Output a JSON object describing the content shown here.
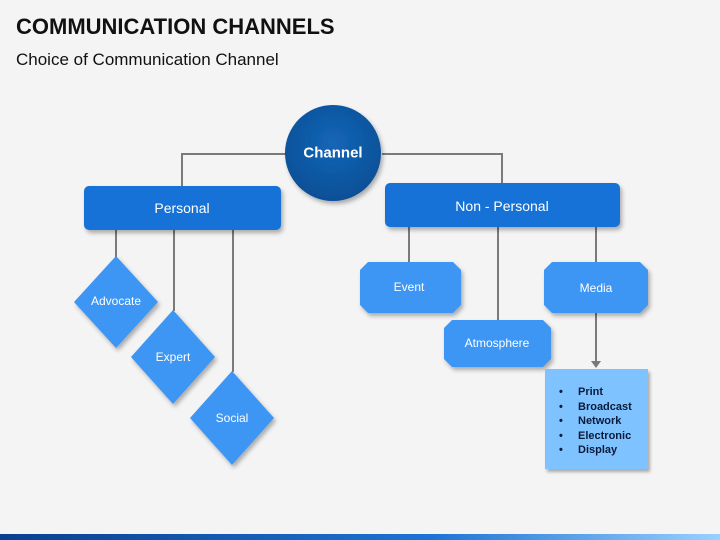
{
  "slide": {
    "title": "COMMUNICATION CHANNELS",
    "subtitle": "Choice of Communication Channel"
  },
  "diagram": {
    "root": "Channel",
    "personal": {
      "label": "Personal",
      "children": [
        "Advocate",
        "Expert",
        "Social"
      ]
    },
    "non_personal": {
      "label": "Non - Personal",
      "children": [
        "Event",
        "Atmosphere",
        "Media"
      ]
    },
    "media_list": [
      "Print",
      "Broadcast",
      "Network",
      "Electronic",
      "Display"
    ]
  },
  "colors": {
    "root_fill": "#0b5aa8",
    "category_fill": "#1672d6",
    "leaf_fill": "#3d95f4",
    "light_box_fill": "#7ec3ff",
    "connector": "#7a7a7a"
  }
}
